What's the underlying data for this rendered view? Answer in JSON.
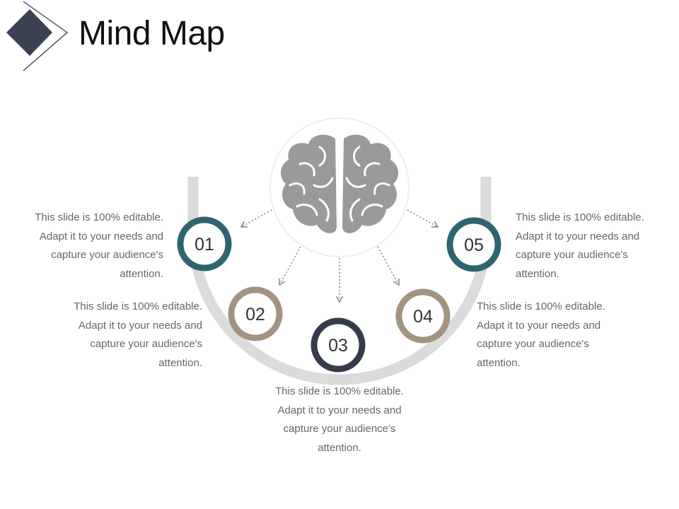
{
  "slide": {
    "title": "Mind Map"
  },
  "colors": {
    "teal": "#2d6570",
    "taupe": "#a39382",
    "navy": "#363b4b",
    "arc": "#dbdbdb",
    "brain": "#9a9a9a",
    "logo": "#3a4150"
  },
  "center": {
    "icon": "brain-icon"
  },
  "items": [
    {
      "number": "01",
      "text": "This slide is 100% editable. Adapt it to your needs and capture your audience's attention."
    },
    {
      "number": "02",
      "text": "This slide is 100% editable. Adapt it to your needs and capture your audience's attention."
    },
    {
      "number": "03",
      "text": "This slide is 100% editable. Adapt it to your needs and capture your audience's attention."
    },
    {
      "number": "04",
      "text": "This slide is 100% editable. Adapt it to your needs and capture your audience's attention."
    },
    {
      "number": "05",
      "text": "This slide is 100% editable. Adapt it to your needs and capture your audience's attention."
    }
  ]
}
